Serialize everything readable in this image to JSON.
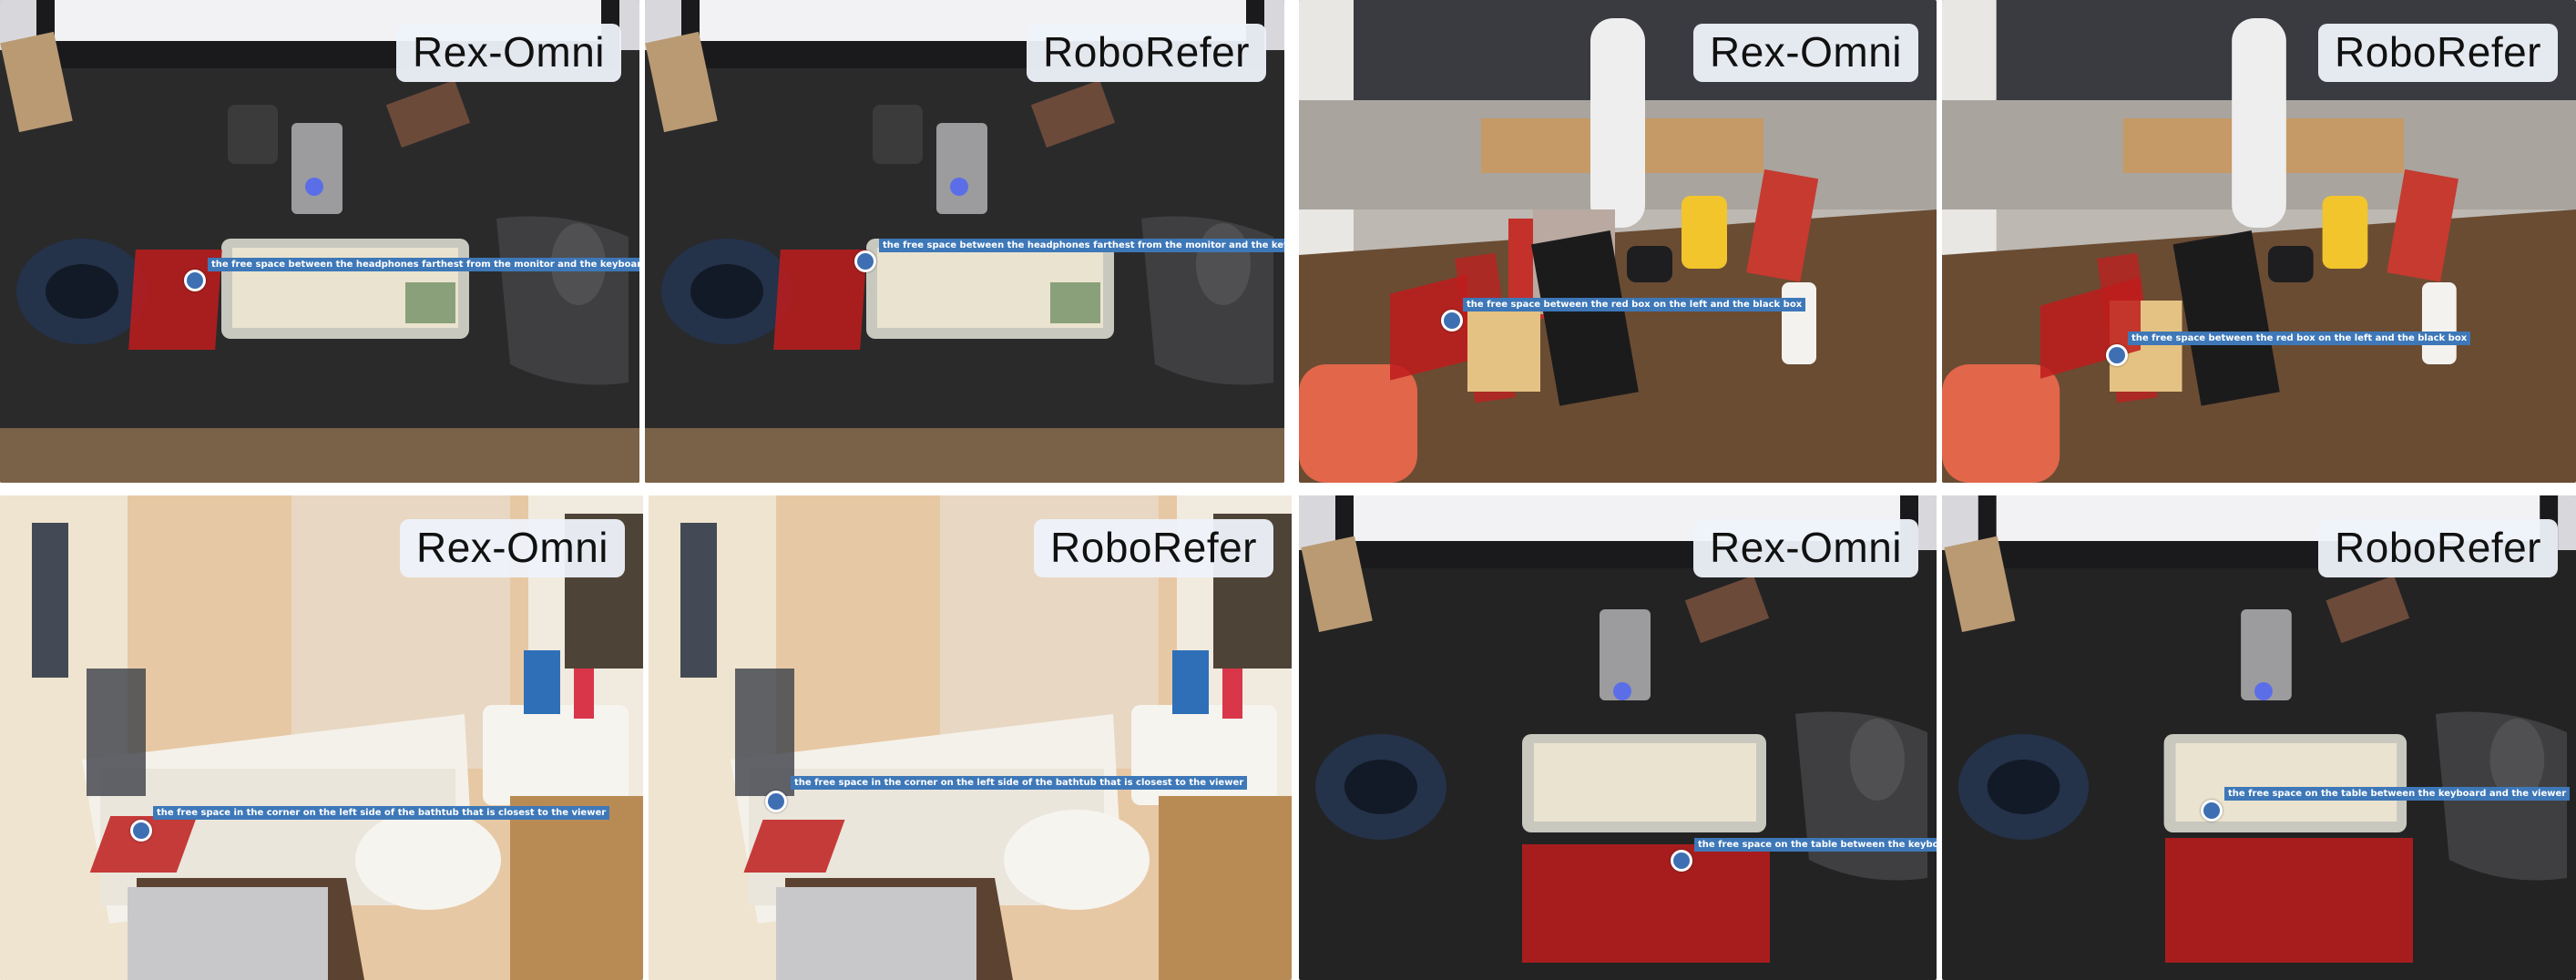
{
  "labels": {
    "rex_omni": "Rex-Omni",
    "robo_refer": "RoboRefer"
  },
  "queries": {
    "q1": "the free space between the headphones farthest from the monitor and the keyboard",
    "q2": "the free space between the red box on the left and the black box",
    "q3": "the free space in the corner on the left side of the bathtub that is closest to the viewer",
    "q4a": "the free space on the table between the keyboard a",
    "q4b": "the free space on the table between the keyboard and the viewer"
  },
  "colors": {
    "region": "#be1c1c",
    "point": "#3e6fb3",
    "caption_bg": "#3e78b8",
    "tag_bg": "#eef2fa"
  },
  "icons": [
    "pointing-dot-icon"
  ]
}
